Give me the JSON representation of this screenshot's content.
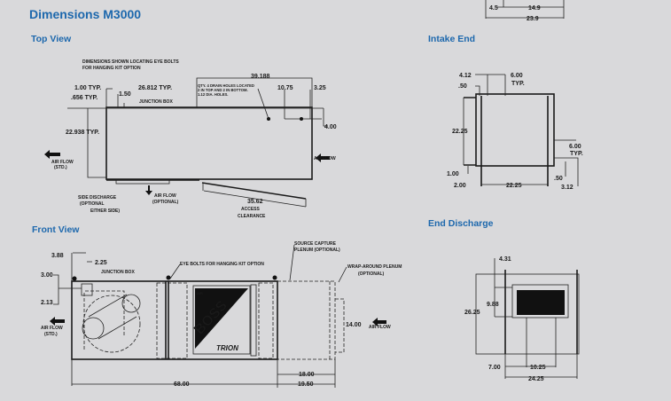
{
  "title": "Dimensions M3000",
  "sections": {
    "top_view": "Top View",
    "front_view": "Front  View",
    "intake_end": "Intake End",
    "end_discharge": "End Discharge"
  },
  "top_clip": {
    "d1": "4.5",
    "d2": "14.9",
    "d3": "23.9"
  },
  "top_view": {
    "note1": "DIMENSIONS SHOWN LOCATING EYE BOLTS",
    "note2": "FOR HANGING KIT OPTION",
    "d_100": "1.00 TYP.",
    "d_26812": "26.812 TYP.",
    "d_39188": "39.188",
    "d_656": ".656 TYP.",
    "d_150": "1.50",
    "junction": "JUNCTION BOX",
    "qty1": "QTY. 4 DRAIN HOLES LOCATED",
    "qty2": "2 IN TOP AND 2 IN BOTTOM.",
    "qty3": "1.12 DIA. HOLES.",
    "d_1075": "10.75",
    "d_325": "3.25",
    "d_400": "4.00",
    "d_22938": "22.938 TYP.",
    "airflow_std": "AIR FLOW",
    "std": "(STD.)",
    "airflow_right": "AIR FLOW",
    "side1": "SIDE DISCHARGE",
    "side2": "(OPTIONAL",
    "side3": "EITHER SIDE)",
    "af_opt1": "AIR FLOW",
    "af_opt2": "(OPTIONAL)",
    "d_3562": "35.62",
    "access": "ACCESS",
    "clearance": "CLEARANCE"
  },
  "front_view": {
    "d_388": "3.88",
    "d_225": "2.25",
    "junction": "JUNCTION BOX",
    "d_300": "3.00",
    "d_213": "2.13",
    "airflow_std": "AIR FLOW",
    "std": "(STD.)",
    "eyebolts": "EYE BOLTS FOR HANGING KIT OPTION",
    "src1": "SOURCE CAPTURE",
    "src2": "PLENUM (OPTIONAL)",
    "wrap1": "WRAP-AROUND PLENUM",
    "wrap2": "(OPTIONAL)",
    "d_1400": "14.00",
    "airflow_right": "AIR FLOW",
    "d_6800": "68.00",
    "d_1800": "18.00",
    "d_1950": "19.50",
    "logo_boss": "BOSS",
    "logo_trion": "TRION",
    "logo_air": "AIR"
  },
  "intake_end": {
    "d_412": "4.12",
    "d_600a": "6.00",
    "typ_a": "TYP.",
    "d_50a": ".50",
    "d_2225v": "22.25",
    "d_600b": "6.00",
    "typ_b": "TYP.",
    "d_100": "1.00",
    "d_200": "2.00",
    "d_2225h": "22.25",
    "d_50b": ".50",
    "d_312": "3.12"
  },
  "end_discharge": {
    "d_431": "4.31",
    "d_988": "9.88",
    "d_2625": "26.25",
    "d_700": "7.00",
    "d_1025": "10.25",
    "d_2425": "24.25"
  },
  "colors": {
    "heading": "#1d68ad",
    "background": "#d9d9db"
  }
}
